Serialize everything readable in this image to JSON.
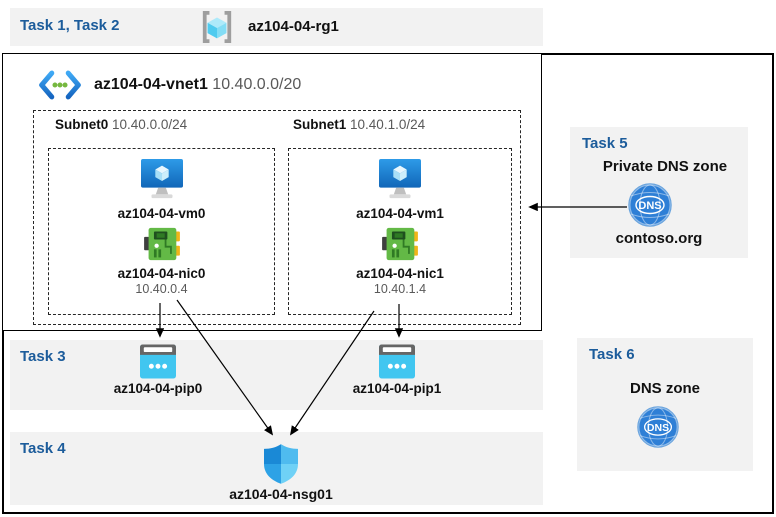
{
  "colors": {
    "accent_blue": "#1c5c9b",
    "panel_gray": "#f2f2f2",
    "azure_blue": "#1e82d8",
    "public_ip_cyan": "#41c6f0",
    "nic_green": "#63b946"
  },
  "header": {
    "tasks_label": "Task 1, Task 2",
    "resource_group": "az104-04-rg1"
  },
  "vnet": {
    "name": "az104-04-vnet1",
    "cidr": "10.40.0.0/20"
  },
  "subnets": [
    {
      "name": "Subnet0",
      "cidr": "10.40.0.0/24",
      "vm_name": "az104-04-vm0",
      "nic_name": "az104-04-nic0",
      "nic_ip": "10.40.0.4"
    },
    {
      "name": "Subnet1",
      "cidr": "10.40.1.0/24",
      "vm_name": "az104-04-vm1",
      "nic_name": "az104-04-nic1",
      "nic_ip": "10.40.1.4"
    }
  ],
  "task3": {
    "label": "Task 3",
    "pip0": "az104-04-pip0",
    "pip1": "az104-04-pip1"
  },
  "task4": {
    "label": "Task 4",
    "nsg_name": "az104-04-nsg01"
  },
  "task5": {
    "label": "Task 5",
    "title": "Private DNS zone",
    "zone_name": "contoso.org",
    "dns_icon_text": "DNS"
  },
  "task6": {
    "label": "Task 6",
    "title": "DNS zone",
    "dns_icon_text": "DNS"
  }
}
